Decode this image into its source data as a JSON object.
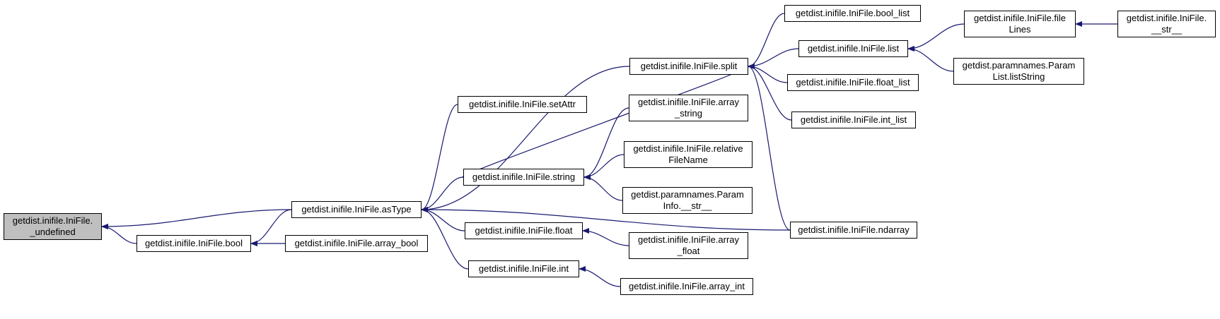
{
  "colors": {
    "edge": "#191970",
    "root_fill": "#bfbfbf",
    "node_fill": "#ffffff",
    "node_border": "#000000"
  },
  "nodes": {
    "undefined": {
      "lines": [
        "getdist.inifile.IniFile.",
        "_undefined"
      ]
    },
    "asType": {
      "lines": [
        "getdist.inifile.IniFile.asType"
      ]
    },
    "bool": {
      "lines": [
        "getdist.inifile.IniFile.bool"
      ]
    },
    "array_bool": {
      "lines": [
        "getdist.inifile.IniFile.array_bool"
      ]
    },
    "setAttr": {
      "lines": [
        "getdist.inifile.IniFile.setAttr"
      ]
    },
    "string": {
      "lines": [
        "getdist.inifile.IniFile.string"
      ]
    },
    "float": {
      "lines": [
        "getdist.inifile.IniFile.float"
      ]
    },
    "int": {
      "lines": [
        "getdist.inifile.IniFile.int"
      ]
    },
    "split": {
      "lines": [
        "getdist.inifile.IniFile.split"
      ]
    },
    "array_string": {
      "lines": [
        "getdist.inifile.IniFile.array",
        "_string"
      ]
    },
    "relativeFileName": {
      "lines": [
        "getdist.inifile.IniFile.relative",
        "FileName"
      ]
    },
    "paramInfo_str": {
      "lines": [
        "getdist.paramnames.Param",
        "Info.__str__"
      ]
    },
    "array_float": {
      "lines": [
        "getdist.inifile.IniFile.array",
        "_float"
      ]
    },
    "array_int": {
      "lines": [
        "getdist.inifile.IniFile.array_int"
      ]
    },
    "bool_list": {
      "lines": [
        "getdist.inifile.IniFile.bool_list"
      ]
    },
    "list": {
      "lines": [
        "getdist.inifile.IniFile.list"
      ]
    },
    "float_list": {
      "lines": [
        "getdist.inifile.IniFile.float_list"
      ]
    },
    "int_list": {
      "lines": [
        "getdist.inifile.IniFile.int_list"
      ]
    },
    "ndarray": {
      "lines": [
        "getdist.inifile.IniFile.ndarray"
      ]
    },
    "fileLines": {
      "lines": [
        "getdist.inifile.IniFile.file",
        "Lines"
      ]
    },
    "listString": {
      "lines": [
        "getdist.paramnames.Param",
        "List.listString"
      ]
    },
    "str": {
      "lines": [
        "getdist.inifile.IniFile.",
        "__str__"
      ]
    }
  },
  "edges": [
    [
      "asType",
      "undefined"
    ],
    [
      "bool",
      "undefined"
    ],
    [
      "setAttr",
      "asType"
    ],
    [
      "split",
      "asType"
    ],
    [
      "string",
      "asType"
    ],
    [
      "float",
      "asType"
    ],
    [
      "int",
      "asType"
    ],
    [
      "ndarray",
      "asType"
    ],
    [
      "asType",
      "bool"
    ],
    [
      "array_bool",
      "bool"
    ],
    [
      "bool_list",
      "split"
    ],
    [
      "list",
      "split"
    ],
    [
      "float_list",
      "split"
    ],
    [
      "int_list",
      "split"
    ],
    [
      "ndarray",
      "split"
    ],
    [
      "string",
      "split"
    ],
    [
      "array_string",
      "string"
    ],
    [
      "relativeFileName",
      "string"
    ],
    [
      "paramInfo_str",
      "string"
    ],
    [
      "array_float",
      "float"
    ],
    [
      "array_int",
      "int"
    ],
    [
      "fileLines",
      "list"
    ],
    [
      "listString",
      "list"
    ],
    [
      "str",
      "fileLines"
    ]
  ]
}
